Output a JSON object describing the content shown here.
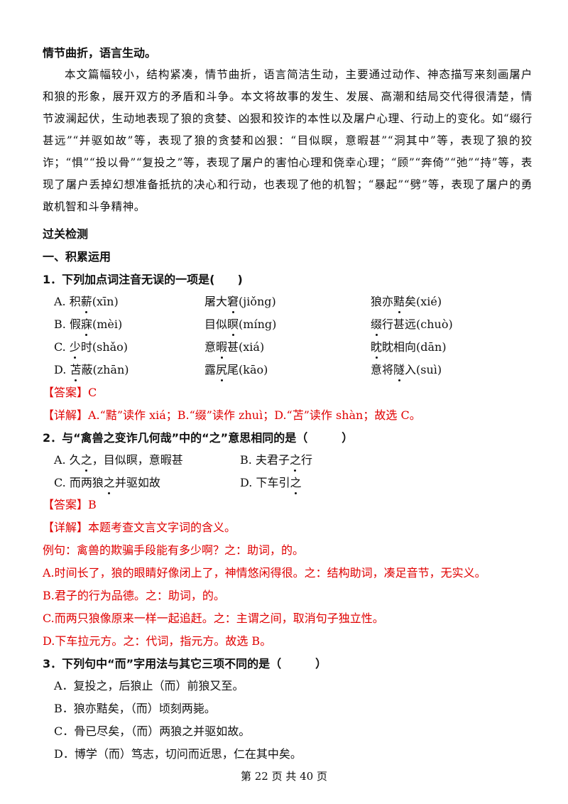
{
  "section_heading": "情节曲折，语言生动。",
  "intro_paragraph": "本文篇幅较小，结构紧凑，情节曲折，语言简洁生动，主要通过动作、神态描写来刻画屠户和狼的形象，展开双方的矛盾和斗争。本文将故事的发生、发展、高潮和结局交代得很清楚，情节波澜起伏，生动地表现了狼的贪婪、凶狠和狡诈的本性以及屠户心理、行动上的变化。如“缀行甚远”“并驱如故”等，表现了狼的贪婪和凶狠：“目似瞑，意暇甚”“洞其中”等，表现了狼的狡诈；“惧”“投以骨”“复投之”等，表现了屠户的害怕心理和侥幸心理；“顾”“奔倚”“弛”“持”等，表现了屠户丢掉幻想准备抵抗的决心和行动，也表现了他的机智；“暴起”“劈”等，表现了屠户的勇敢机智和斗争精神。",
  "test_heading": "过关检测",
  "part_heading": "一、积累运用",
  "q1": {
    "stem": "1．下列加点词注音无误的一项是(　　)",
    "options": [
      {
        "label": "A.",
        "c1_pre": "积",
        "c1_dot": "薪",
        "c1_post": "(xīn)",
        "c2_pre": "屠大",
        "c2_dot": "窘",
        "c2_post": "(jiǒng)",
        "c3_pre": "狼亦",
        "c3_dot": "黠",
        "c3_post": "矣(xié)"
      },
      {
        "label": "B.",
        "c1_pre": "假",
        "c1_dot": "寐",
        "c1_post": "(mèi)",
        "c2_pre": "目似",
        "c2_dot": "瞑",
        "c2_post": "(míng)",
        "c3_pre": "",
        "c3_dot": "缀",
        "c3_post": "行甚远(chuò)"
      },
      {
        "label": "C.",
        "c1_pre": "",
        "c1_dot": "少",
        "c1_post": "时(shǎo)",
        "c2_pre": "意",
        "c2_dot": "暇",
        "c2_post": "甚(xiá)",
        "c3_pre": "",
        "c3_dot": "眈",
        "c3_post": "眈相向(dān)"
      },
      {
        "label": "D.",
        "c1_pre": "",
        "c1_dot": "苫",
        "c1_post": "蔽(zhān)",
        "c2_pre": "露",
        "c2_dot": "尻",
        "c2_post": "尾(kāo)",
        "c3_pre": "意将",
        "c3_dot": "隧",
        "c3_post": "入(suì)"
      }
    ],
    "answer": "【答案】C",
    "detail": "【详解】A.“黠”读作 xiá；B.“缀”读作 zhuì；D.“苫”读作 shàn；故选 C。"
  },
  "q2": {
    "stem": "2．与“禽兽之变诈几何哉”中的“之”意思相同的是（　　　）",
    "options": [
      {
        "label": "A.",
        "pre": "久",
        "dot": "之",
        "post": "，目似瞑，意暇甚"
      },
      {
        "label": "B.",
        "pre": "夫君子",
        "dot": "之",
        "post": "行"
      },
      {
        "label": "C.",
        "pre": "而两狼",
        "dot": "之",
        "post": "并驱如故"
      },
      {
        "label": "D.",
        "pre": "下车引",
        "dot": "之",
        "post": ""
      }
    ],
    "answer": "【答案】B",
    "detail_lines": [
      "【详解】本题考查文言文字词的含义。",
      "例句：禽兽的欺骗手段能有多少啊？之：助词，的。",
      "A.时间长了，狼的眼睛好像闭上了，神情悠闲得很。之：结构助词，凑足音节，无实义。",
      "B.君子的行为品德。之：助词，的。",
      "C.而两只狼像原来一样一起追赶。之：主谓之间，取消句子独立性。",
      "D.下车拉元方。之：代词，指元方。故选 B。"
    ]
  },
  "q3": {
    "stem": "3．下列句中“而”字用法与其它三项不同的是（　　　）",
    "options": [
      "A．复投之，后狼止（而）前狼又至。",
      "B．狼亦黠矣，（而）顷刻两毙。",
      "C．骨已尽矣，（而）两狼之并驱如故。",
      "D．博学（而）笃志，切问而近思，仁在其中矣。"
    ]
  },
  "footer": "第 22 页 共 40 页"
}
